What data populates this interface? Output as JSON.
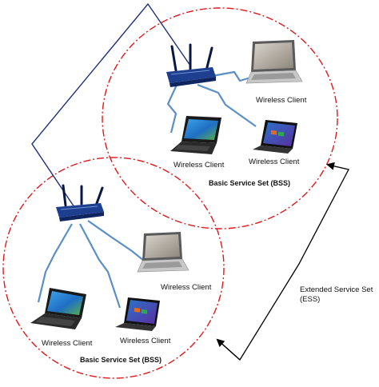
{
  "diagram": {
    "colors": {
      "bss_ring": "#e0181b",
      "uplink": "#1f2f7a",
      "wireless_link": "#5b8fc8",
      "router_body": "#1e3f8f",
      "arrow": "#000000"
    },
    "upper_bss": {
      "title": "Basic Service Set (BSS)",
      "clients": [
        "Wireless Client",
        "Wireless Client",
        "Wireless Client"
      ]
    },
    "lower_bss": {
      "title": "Basic Service Set (BSS)",
      "clients": [
        "Wireless Client",
        "Wireless Client",
        "Wireless Client"
      ]
    },
    "ess": {
      "label_line1": "Extended Service Set",
      "label_line2": "(ESS)"
    }
  }
}
